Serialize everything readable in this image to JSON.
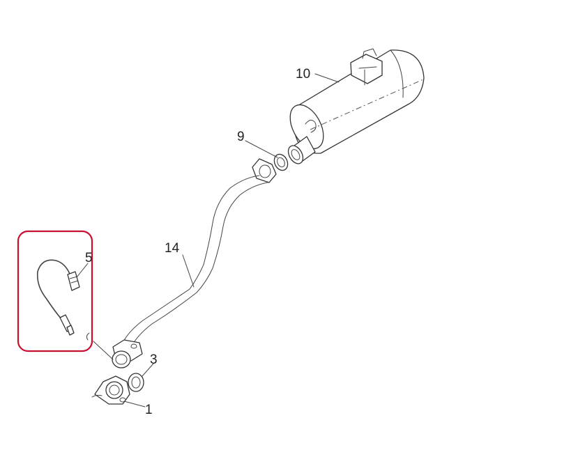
{
  "diagram": {
    "callouts": {
      "part_1": "1",
      "part_3": "3",
      "part_5": "5",
      "part_9": "9",
      "part_10": "10",
      "part_14": "14"
    },
    "highlight_color": "#c8102e",
    "line_color": "#333333"
  }
}
